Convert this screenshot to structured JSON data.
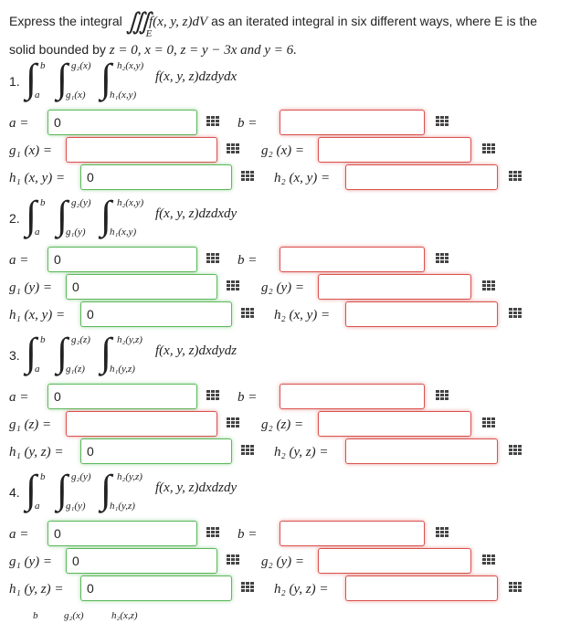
{
  "prompt": {
    "text1": "Express the integral",
    "integral_symbol": "∭",
    "region_sub": "E",
    "integrand": "f(x, y, z)dV",
    "text2": "as an iterated integral in six different ways, where E is the",
    "text3": "solid bounded by",
    "bounds": "z = 0, x = 0, z = y − 3x and y = 6."
  },
  "problems": [
    {
      "number": "1.",
      "limits": {
        "outer_upper": "b",
        "outer_lower": "a",
        "middle_upper": "g₂(x)",
        "middle_lower": "g₁(x)",
        "inner_upper": "h₂(x,y)",
        "inner_lower": "h₁(x,y)"
      },
      "integrand": "f(x, y, z)dzdydx",
      "a_label": "a =",
      "a_value": "0",
      "b_label": "b =",
      "b_value": "",
      "g1_label": "g₁ (x) =",
      "g1_value": "",
      "g2_label": "g₂ (x) =",
      "g2_value": "",
      "h1_label": "h₁ (x, y) =",
      "h1_value": "0",
      "h2_label": "h₂ (x, y) =",
      "h2_value": ""
    },
    {
      "number": "2.",
      "limits": {
        "outer_upper": "b",
        "outer_lower": "a",
        "middle_upper": "g₂(y)",
        "middle_lower": "g₁(y)",
        "inner_upper": "h₂(x,y)",
        "inner_lower": "h₁(x,y)"
      },
      "integrand": "f(x, y, z)dzdxdy",
      "a_label": "a =",
      "a_value": "0",
      "b_label": "b =",
      "b_value": "",
      "g1_label": "g₁ (y) =",
      "g1_value": "0",
      "g2_label": "g₂ (y) =",
      "g2_value": "",
      "h1_label": "h₁ (x, y) =",
      "h1_value": "0",
      "h2_label": "h₂ (x, y) =",
      "h2_value": ""
    },
    {
      "number": "3.",
      "limits": {
        "outer_upper": "b",
        "outer_lower": "a",
        "middle_upper": "g₂(z)",
        "middle_lower": "g₁(z)",
        "inner_upper": "h₂(y,z)",
        "inner_lower": "h₁(y,z)"
      },
      "integrand": "f(x, y, z)dxdydz",
      "a_label": "a =",
      "a_value": "0",
      "b_label": "b =",
      "b_value": "",
      "g1_label": "g₁ (z) =",
      "g1_value": "",
      "g2_label": "g₂ (z) =",
      "g2_value": "",
      "h1_label": "h₁ (y, z) =",
      "h1_value": "0",
      "h2_label": "h₂ (y, z) =",
      "h2_value": ""
    },
    {
      "number": "4.",
      "limits": {
        "outer_upper": "b",
        "outer_lower": "a",
        "middle_upper": "g₂(y)",
        "middle_lower": "g₁(y)",
        "inner_upper": "h₂(y,z)",
        "inner_lower": "h₁(y,z)"
      },
      "integrand": "f(x, y, z)dxdzdy",
      "a_label": "a =",
      "a_value": "0",
      "b_label": "b =",
      "b_value": "",
      "g1_label": "g₁ (y) =",
      "g1_value": "0",
      "g2_label": "g₂ (y) =",
      "g2_value": "",
      "h1_label": "h₁ (y, z) =",
      "h1_value": "0",
      "h2_label": "h₂ (y, z) =",
      "h2_value": ""
    }
  ],
  "partial_next": {
    "outer_upper": "b",
    "middle_upper": "g₂(x)",
    "inner_upper": "h₂(x,z)"
  },
  "icons": {
    "equation_editor": "grid-icon"
  },
  "colors": {
    "correct": "#5cb85c",
    "incorrect": "#d9534f"
  }
}
